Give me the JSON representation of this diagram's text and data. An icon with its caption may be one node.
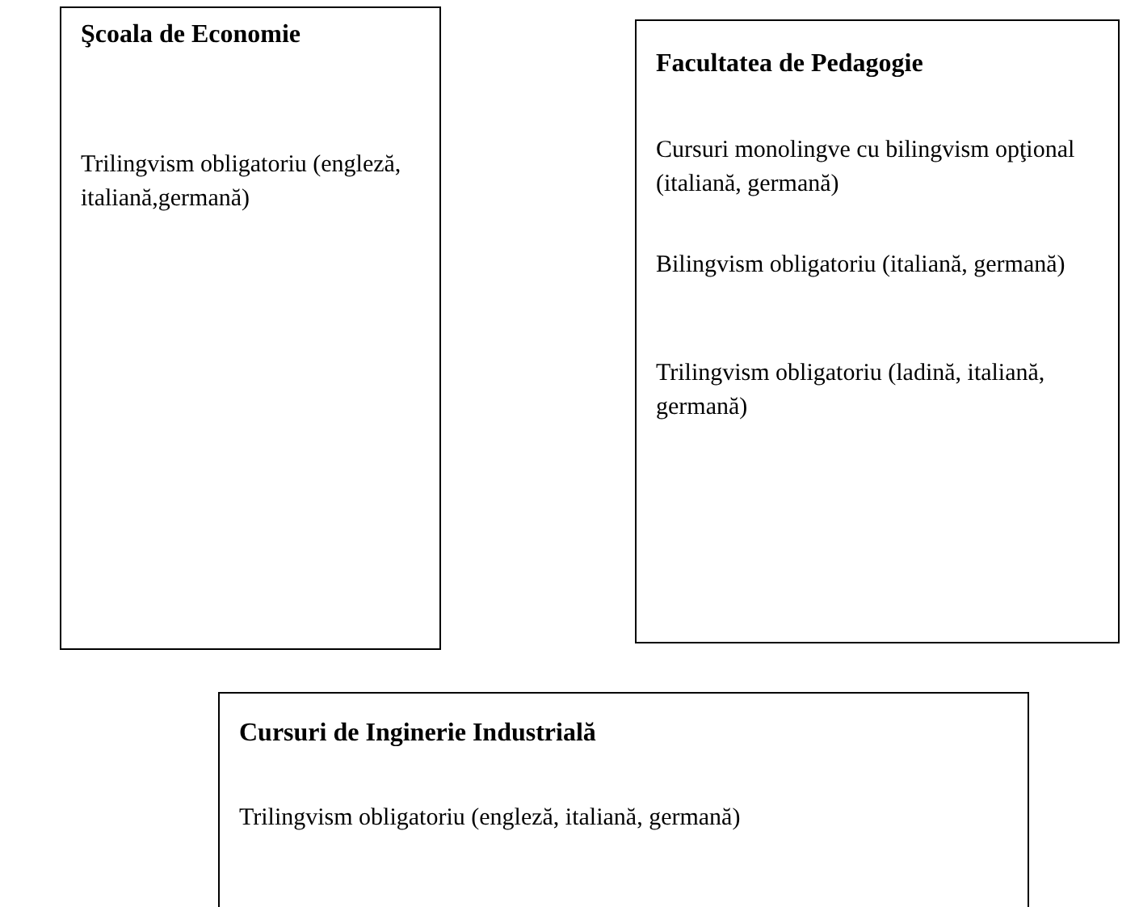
{
  "diagram": {
    "nodes": [
      {
        "text": [
          "Şcoala de Economie",
          "Trilingvism obligatoriu (engleză, italiană,germană)"
        ]
      },
      {
        "text": [
          "Facultatea de Pedagogie",
          "Cursuri monolingve cu bilingvism opţional (italiană, germană)",
          "Bilingvism obligatoriu (italiană, germană)",
          "Trilingvism obligatoriu (ladină, italiană, germană)"
        ]
      },
      {
        "text": [
          "Cursuri de Inginerie Industrială",
          "Trilingvism obligatoriu (engleză, italiană, germană)"
        ]
      }
    ]
  }
}
